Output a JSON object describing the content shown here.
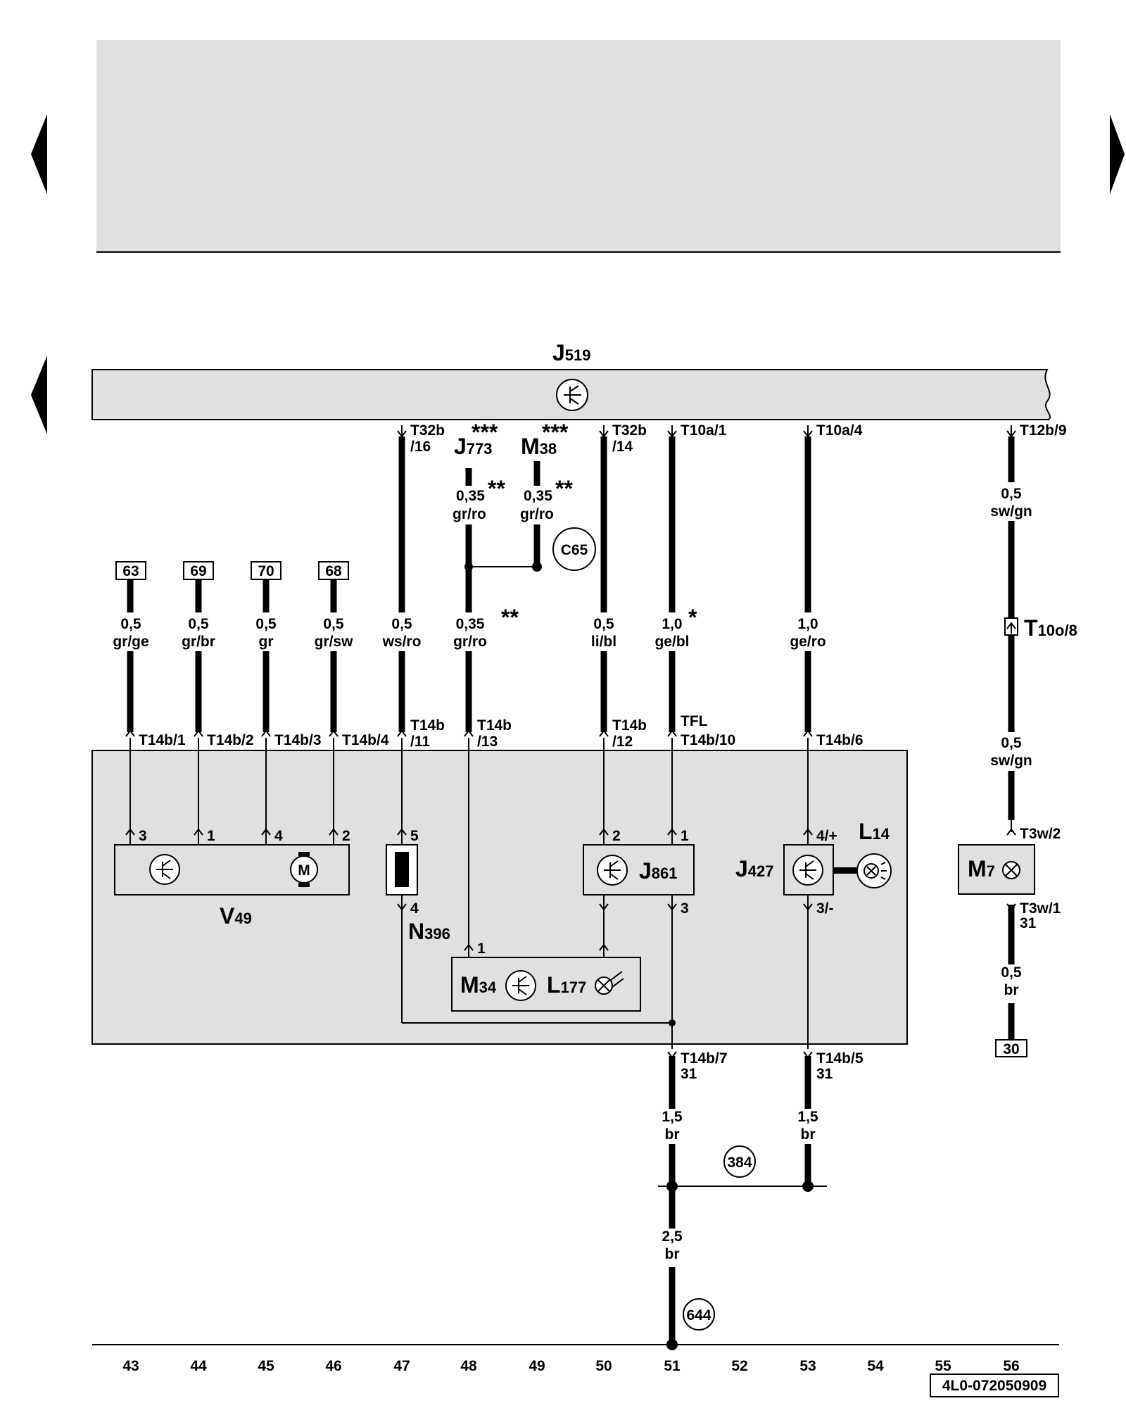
{
  "navigation": {
    "prev_page_icon": "triangle-left-icon",
    "next_page_icon": "triangle-right-icon"
  },
  "control_unit": {
    "name": "J",
    "sub": "519",
    "icon": "transistor-icon"
  },
  "top_connectors": [
    {
      "id": "t32b-16",
      "line1": "T32b",
      "line2": "/16"
    },
    {
      "id": "t32b-14",
      "line1": "T32b",
      "line2": "/14"
    },
    {
      "id": "t10a-1",
      "line1": "T10a/1",
      "line2": ""
    },
    {
      "id": "t10a-4",
      "line1": "T10a/4",
      "line2": ""
    },
    {
      "id": "t12b-9",
      "line1": "T12b/9",
      "line2": ""
    }
  ],
  "references": [
    {
      "name": "J",
      "sub": "773",
      "mark": "***"
    },
    {
      "name": "M",
      "sub": "38",
      "mark": "***"
    }
  ],
  "small_wires": [
    {
      "size": "0,35",
      "mark": "**",
      "color": "gr/ro"
    },
    {
      "size": "0,35",
      "mark": "**",
      "color": "gr/ro"
    }
  ],
  "ground_circles": [
    "C65",
    "384",
    "644"
  ],
  "input_boxes": [
    "63",
    "69",
    "70",
    "68"
  ],
  "wires": [
    {
      "size": "0,5",
      "mark": "",
      "color": "gr/ge"
    },
    {
      "size": "0,5",
      "mark": "",
      "color": "gr/br"
    },
    {
      "size": "0,5",
      "mark": "",
      "color": "gr"
    },
    {
      "size": "0,5",
      "mark": "",
      "color": "gr/sw"
    },
    {
      "size": "0,5",
      "mark": "",
      "color": "ws/ro"
    },
    {
      "size": "0,35",
      "mark": "**",
      "color": "gr/ro"
    },
    {
      "size": "0,5",
      "mark": "",
      "color": "li/bl"
    },
    {
      "size": "1,0",
      "mark": "*",
      "color": "ge/bl"
    },
    {
      "size": "1,0",
      "mark": "",
      "color": "ge/ro"
    }
  ],
  "right_branch": {
    "wire1": {
      "size": "0,5",
      "color": "sw/gn"
    },
    "connector_name": "T",
    "connector_sub": "10o/8",
    "wire2": {
      "size": "0,5",
      "color": "sw/gn"
    },
    "pin_top": "T3w/2",
    "lamp_name": "M",
    "lamp_sub": "7",
    "pin_bottom": "T3w/1",
    "pin_bottom_term": "31",
    "wire3": {
      "size": "0,5",
      "color": "br"
    },
    "terminal": "30"
  },
  "module_connectors": [
    {
      "id": "t14b-1",
      "line1": "T14b/1",
      "line2": ""
    },
    {
      "id": "t14b-2",
      "line1": "T14b/2",
      "line2": ""
    },
    {
      "id": "t14b-3",
      "line1": "T14b/3",
      "line2": ""
    },
    {
      "id": "t14b-4",
      "line1": "T14b/4",
      "line2": ""
    },
    {
      "id": "t14b-11",
      "line1": "T14b",
      "line2": "/11"
    },
    {
      "id": "t14b-13",
      "line1": "T14b",
      "line2": "/13"
    },
    {
      "id": "t14b-12",
      "line1": "T14b",
      "line2": "/12"
    },
    {
      "id": "t14b-10",
      "line1": "TFL",
      "line2": "T14b/10"
    },
    {
      "id": "t14b-6",
      "line1": "T14b/6",
      "line2": ""
    }
  ],
  "components": {
    "v49": {
      "name": "V",
      "sub": "49",
      "pins": [
        "3",
        "1",
        "4",
        "2"
      ]
    },
    "n396": {
      "name": "N",
      "sub": "396",
      "pin_top": "5",
      "pin_bottom": "4"
    },
    "j861": {
      "name": "J",
      "sub": "861",
      "pin_top_left": "2",
      "pin_top_right": "1",
      "pin_bottom": "3"
    },
    "j427": {
      "name": "J",
      "sub": "427",
      "pin_top": "4/+",
      "pin_bottom": "3/-"
    },
    "l14": {
      "name": "L",
      "sub": "14"
    },
    "m34": {
      "name": "M",
      "sub": "34",
      "pin": "1"
    },
    "l177": {
      "name": "L",
      "sub": "177"
    }
  },
  "ground_connectors": [
    {
      "id": "t14b-7",
      "pin": "T14b/7",
      "term": "31"
    },
    {
      "id": "t14b-5",
      "pin": "T14b/5",
      "term": "31"
    }
  ],
  "ground_wires": [
    {
      "size": "1,5",
      "color": "br"
    },
    {
      "size": "1,5",
      "color": "br"
    },
    {
      "size": "2,5",
      "color": "br"
    }
  ],
  "current_tracks": [
    "43",
    "44",
    "45",
    "46",
    "47",
    "48",
    "49",
    "50",
    "51",
    "52",
    "53",
    "54",
    "55",
    "56"
  ],
  "doc_number": "4L0-072050909"
}
